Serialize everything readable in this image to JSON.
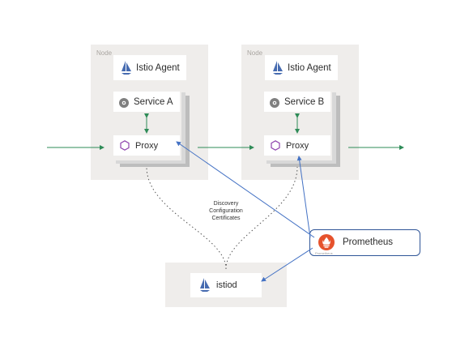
{
  "nodes": [
    {
      "label": "Node",
      "agent": "Istio Agent",
      "service": "Service A",
      "proxy": "Proxy"
    },
    {
      "label": "Node",
      "agent": "Istio Agent",
      "service": "Service B",
      "proxy": "Proxy"
    }
  ],
  "control_plane": {
    "label": "istiod"
  },
  "connections_label": [
    "Discovery",
    "Configuration",
    "Certificates"
  ],
  "prometheus": {
    "label": "Prometheus",
    "sublabel": "Prometheus"
  },
  "colors": {
    "node_bg": "#efedeb",
    "traffic_arrow": "#2e8b57",
    "metrics_line": "#4472c4",
    "prom_border": "#2f5597",
    "prom_icon": "#e6522c",
    "istio_blue": "#466bb0",
    "proxy_purple": "#8e44ad"
  },
  "icons": {
    "agent": "istio-sail-icon",
    "service": "gear-icon",
    "proxy": "hexagon-icon",
    "prometheus": "prometheus-flame-icon"
  }
}
